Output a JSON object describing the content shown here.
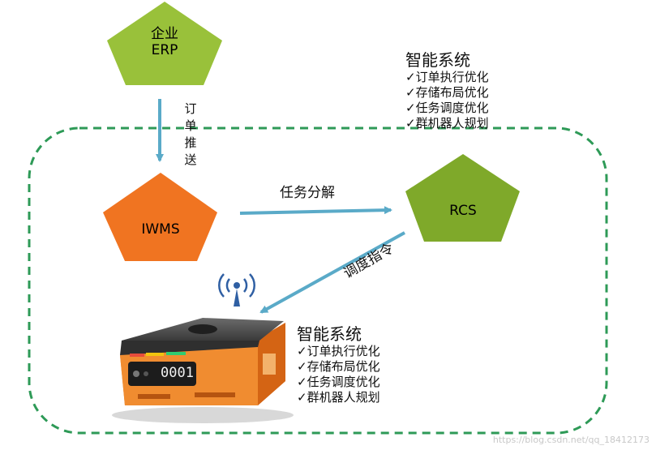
{
  "nodes": {
    "erp": {
      "label_line1": "企业",
      "label_line2": "ERP",
      "fill": "#99c13a"
    },
    "iwms": {
      "label": "IWMS",
      "fill": "#f07421"
    },
    "rcs": {
      "label": "RCS",
      "fill": "#7fa92a"
    }
  },
  "edges": {
    "order_push": {
      "chars": [
        "订",
        "单",
        "推",
        "送"
      ]
    },
    "task_decompose": {
      "label": "任务分解"
    },
    "dispatch": {
      "label": "调度指令"
    }
  },
  "panel_top": {
    "title": "智能系统",
    "items": [
      "✓订单执行优化",
      "✓存储布局优化",
      "✓任务调度优化",
      "✓群机器人规划"
    ]
  },
  "panel_bottom": {
    "title": "智能系统",
    "items": [
      "✓订单执行优化",
      "✓存储布局优化",
      "✓任务调度优化",
      "✓群机器人规划"
    ]
  },
  "robot": {
    "display": "0001"
  },
  "colors": {
    "arrow": "#5aaac8",
    "dashed_border": "#2e9a57"
  },
  "watermark": "https://blog.csdn.net/qq_18412173"
}
